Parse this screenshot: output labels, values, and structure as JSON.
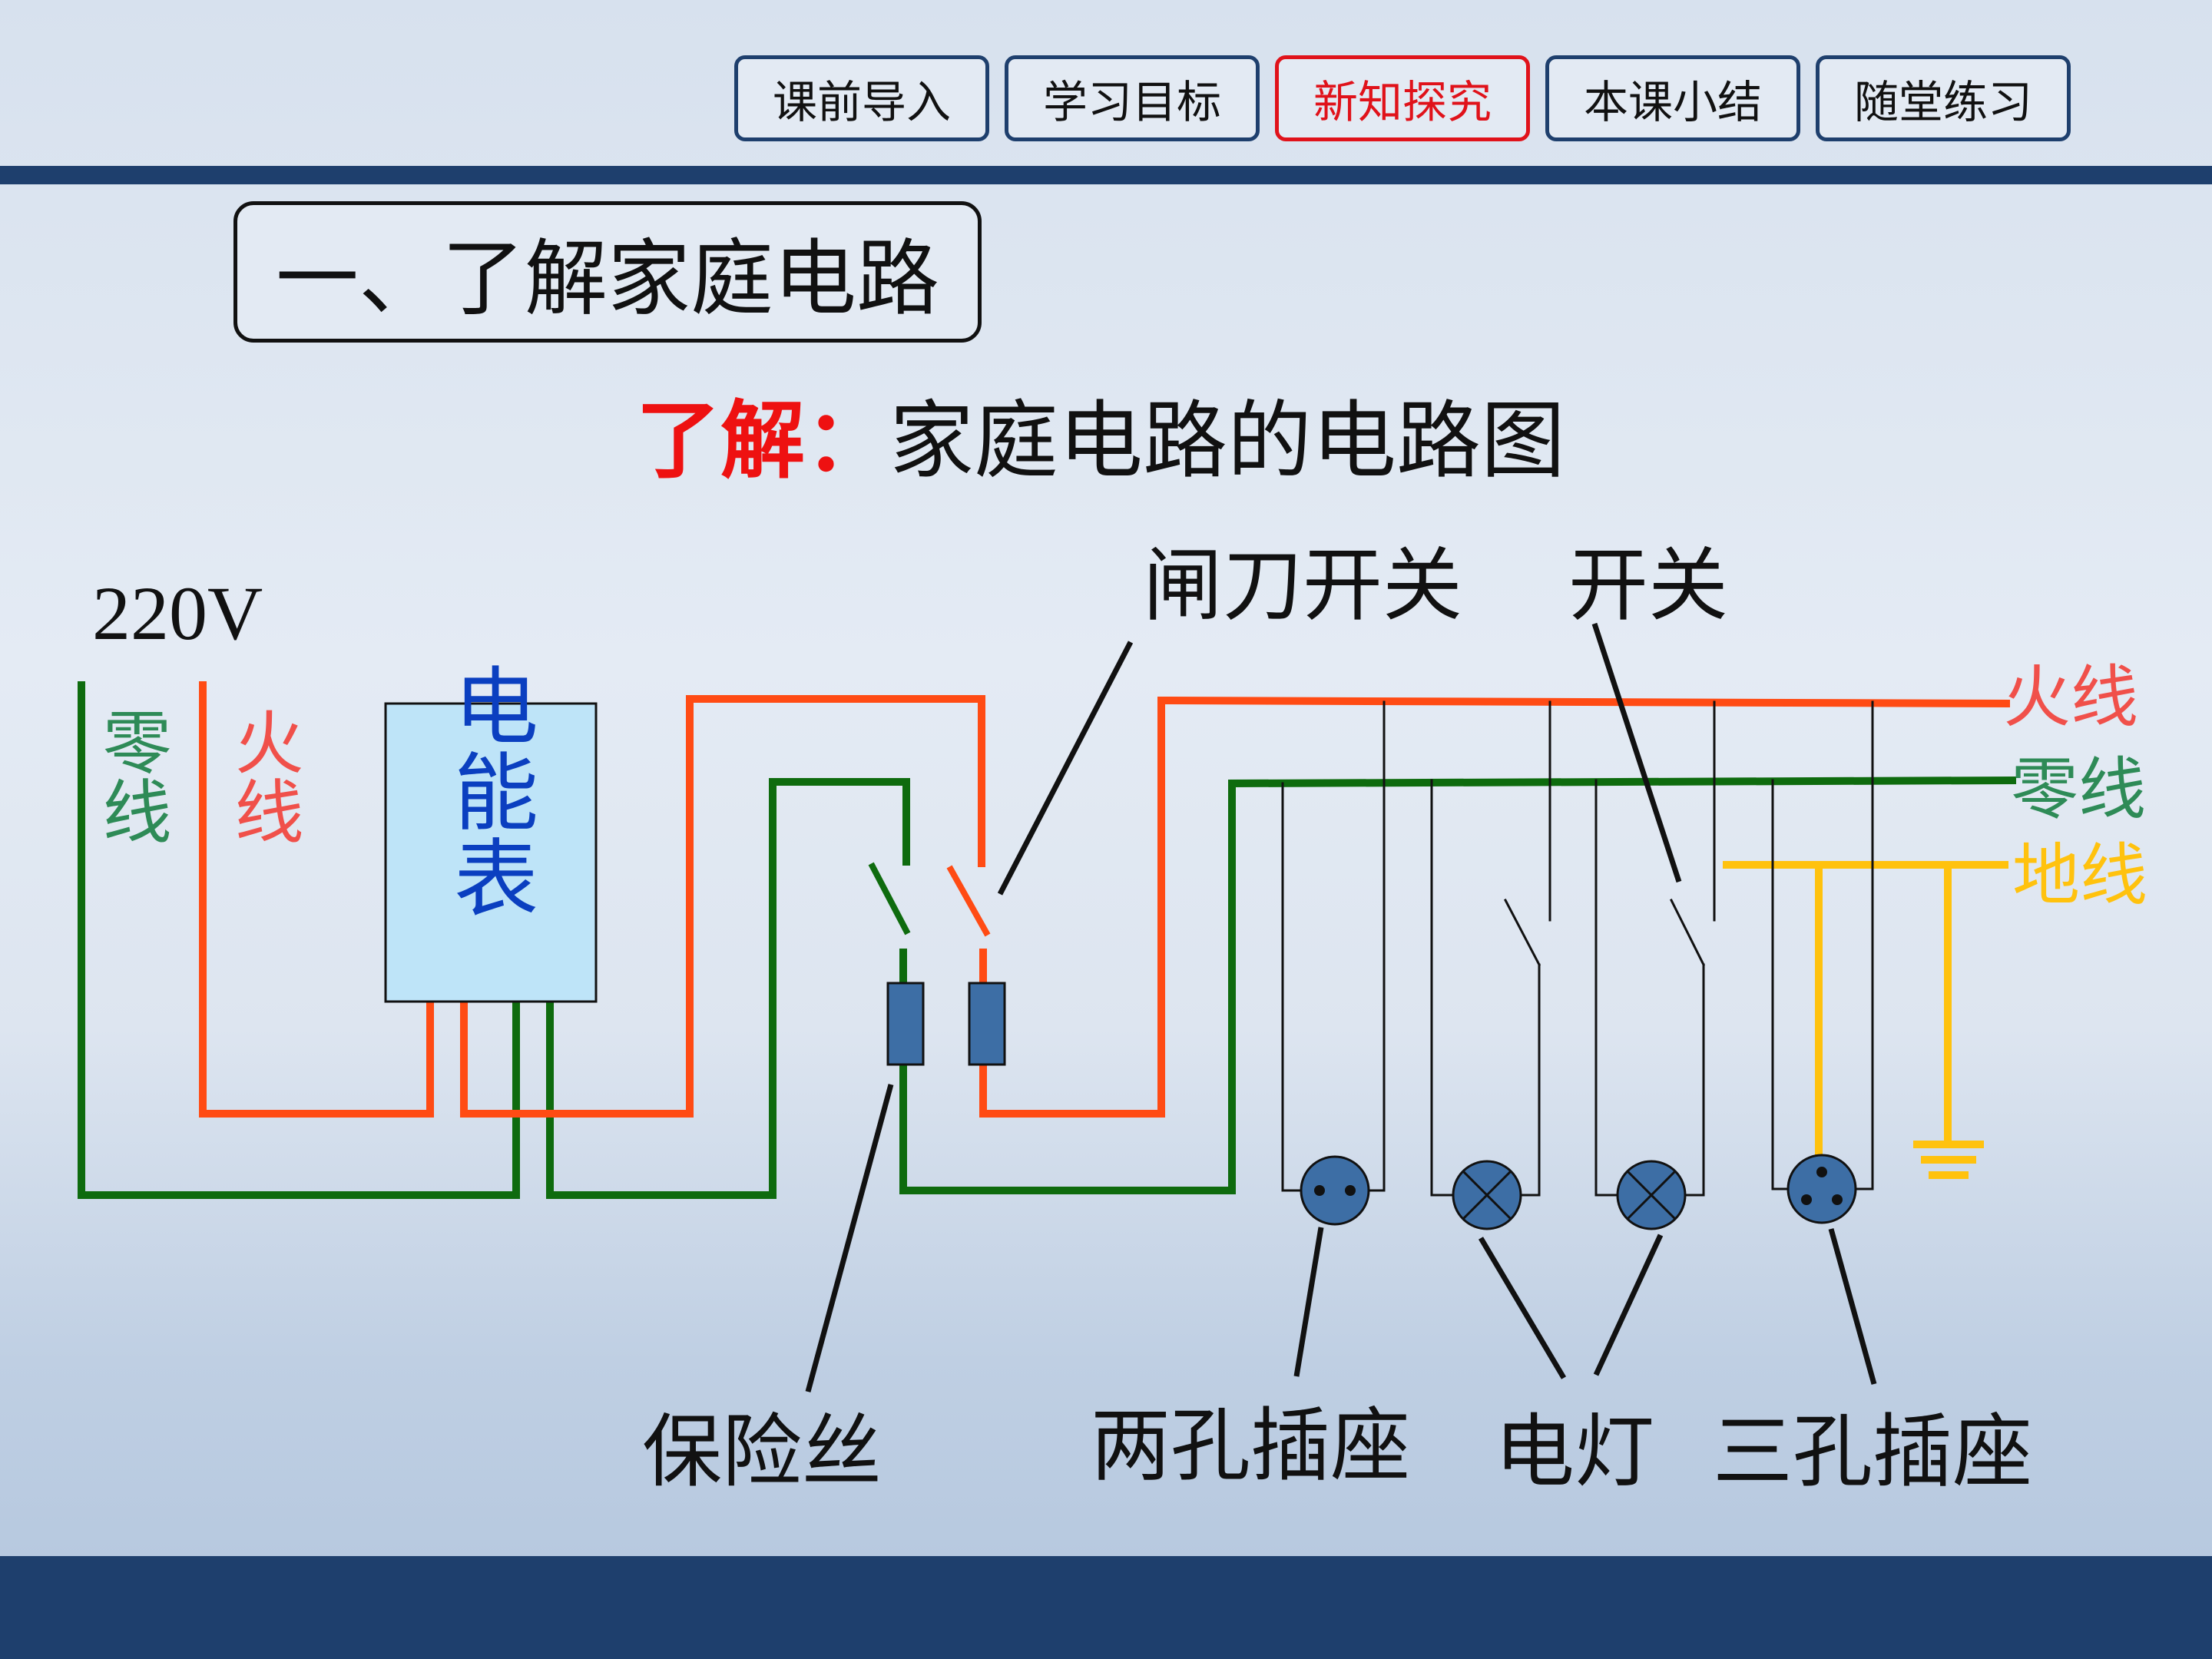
{
  "nav": {
    "items": [
      {
        "label": "课前导入",
        "active": false
      },
      {
        "label": "学习目标",
        "active": false
      },
      {
        "label": "新知探究",
        "active": true
      },
      {
        "label": "本课小结",
        "active": false
      },
      {
        "label": "随堂练习",
        "active": false
      }
    ]
  },
  "section_title": "一、了解家庭电路",
  "subtitle": {
    "keyword": "了解：",
    "text": "家庭电路的电路图"
  },
  "diagram": {
    "voltage_label": "220V",
    "left_neutral_label": "零线",
    "left_live_label": "火线",
    "meter_label": "电能表",
    "right_live_label": "火线",
    "right_neutral_label": "零线",
    "ground_label": "地线",
    "knife_switch_label": "闸刀开关",
    "switch_label": "开关",
    "fuse_label": "保险丝",
    "two_hole_socket_label": "两孔插座",
    "lamp_label": "电灯",
    "three_hole_socket_label": "三孔插座",
    "colors": {
      "live": "#ff4b14",
      "neutral": "#0e6b0e",
      "ground": "#ffc20e",
      "meter_fill": "#bee4f8",
      "meter_text": "#0b3fc0",
      "component": "#3d6ea5",
      "pointer": "#111111"
    }
  }
}
